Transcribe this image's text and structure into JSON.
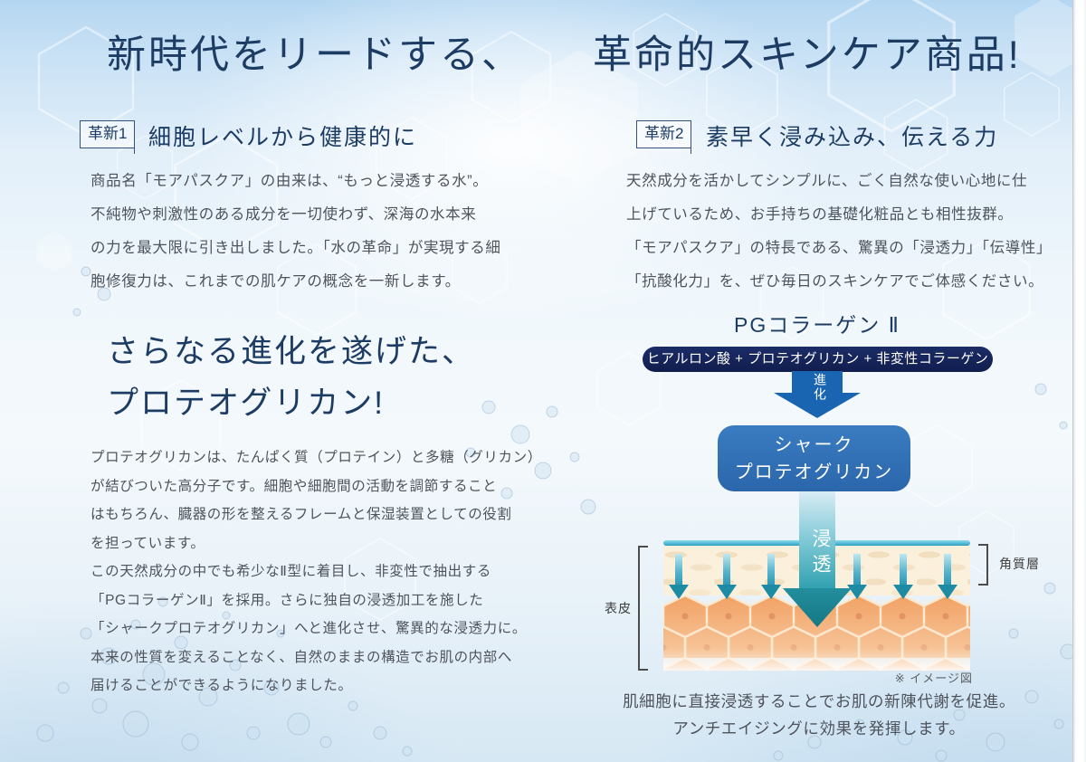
{
  "left": {
    "title": "新時代をリードする、",
    "innovation1": {
      "badge": "革新1",
      "heading": "細胞レベルから健康的に",
      "body": "商品名「モアパスクア」の由来は、“もっと浸透する水”。\n不純物や刺激性のある成分を一切使わず、深海の水本来\nの力を最大限に引き出しました。「水の革命」が実現する細\n胞修復力は、これまでの肌ケアの概念を一新します。"
    },
    "evolution": {
      "heading": "さらなる進化を遂げた、\nプロテオグリカン!",
      "body": "プロテオグリカンは、たんぱく質（プロテイン）と多糖（グリカン）\nが結びついた高分子です。細胞や細胞間の活動を調節すること\nはもちろん、臓器の形を整えるフレームと保湿装置としての役割\nを担っています。\nこの天然成分の中でも希少なⅡ型に着目し、非変性で抽出する\n「PGコラーゲンⅡ」を採用。さらに独自の浸透加工を施した\n「シャークプロテオグリカン」へと進化させ、驚異的な浸透力に。\n本来の性質を変えることなく、自然のままの構造でお肌の内部へ\n届けることができるようになりました。"
    }
  },
  "right": {
    "title": "革命的スキンケア商品!",
    "innovation2": {
      "badge": "革新2",
      "heading": "素早く浸み込み、伝える力",
      "body": "天然成分を活かしてシンプルに、ごく自然な使い心地に仕\n上げているため、お手持ちの基礎化粧品とも相性抜群。\n「モアパスクア」の特長である、驚異の「浸透力」「伝導性」\n「抗酸化力」を、ぜひ毎日のスキンケアでご体感ください。"
    },
    "diagram": {
      "pg_title": "PGコラーゲン Ⅱ",
      "formula": "ヒアルロン酸 + プロテオグリカン + 非変性コラーゲン",
      "evolution_arrow_label": "進化",
      "result_box": "シャーク\nプロテオグリカン",
      "absorption_label": "浸透",
      "epidermis_label": "表皮",
      "stratum_corneum_label": "角質層",
      "note": "※ イメージ図",
      "caption": "肌細胞に直接浸透することでお肌の新陳代謝を促進。\nアンチエイジングに効果を発揮します。"
    }
  },
  "colors": {
    "heading_navy": "#1d3c63",
    "body_text": "#4e535c",
    "formula_pill_navy": "#15265a",
    "evolution_arrow_blue": "#1a65b2",
    "result_box_blue": "#2f6fb4",
    "absorption_teal": "#1e8ba4",
    "skin_cell_orange": "#f1a264",
    "corneum_cream": "#faf0dc"
  }
}
